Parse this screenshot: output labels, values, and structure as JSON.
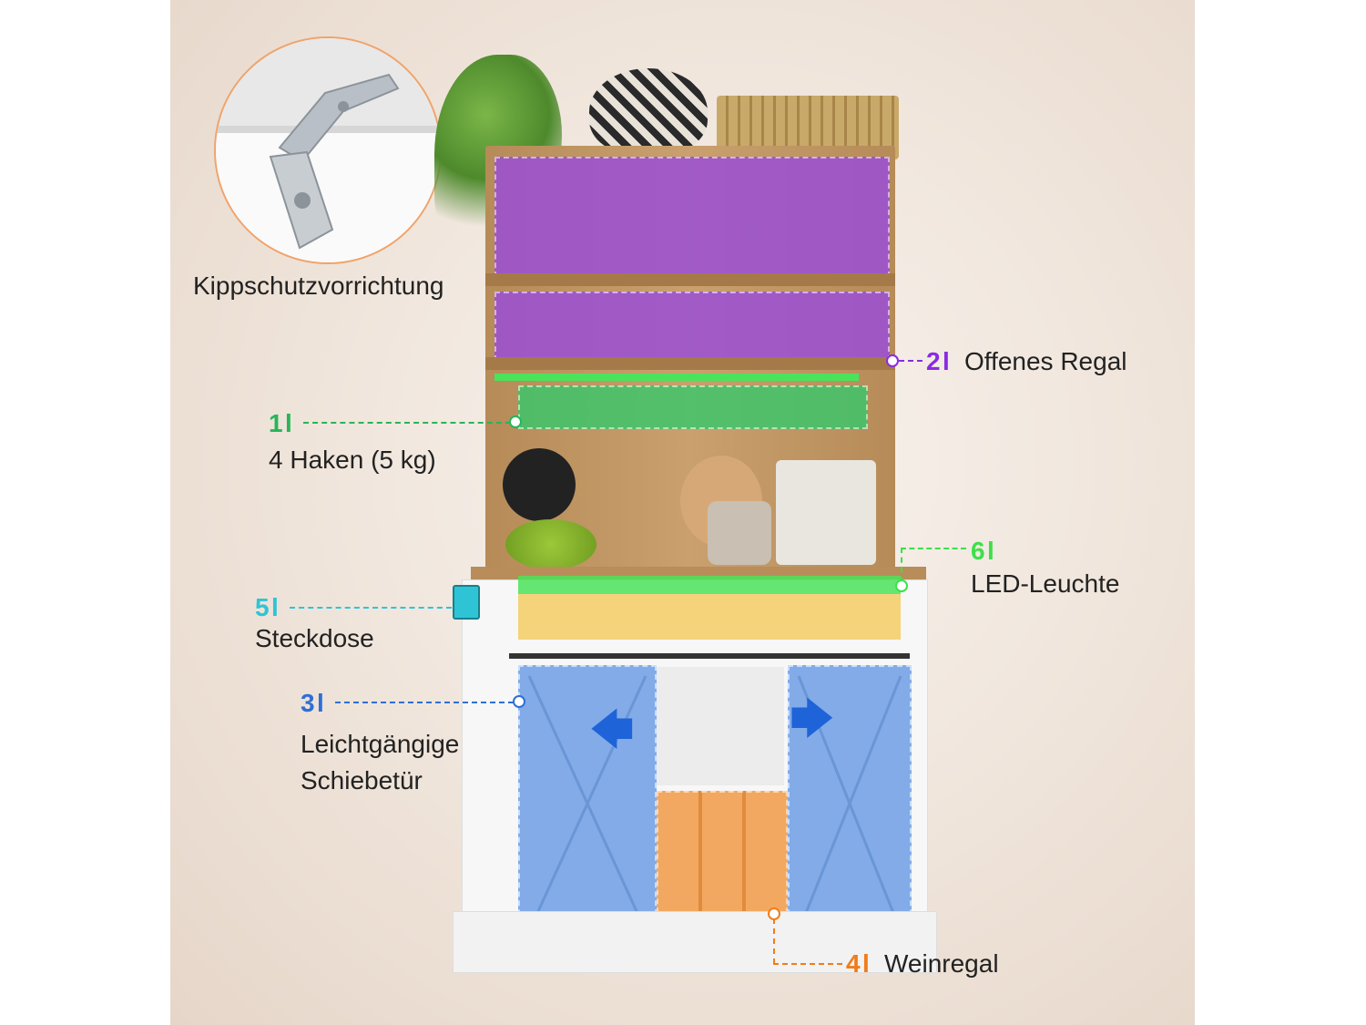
{
  "callouts": {
    "tip": {
      "label": "Kippschutzvorrichtung"
    },
    "hooks": {
      "number": "1",
      "label": "4 Haken (5 kg)",
      "color": "#27b55a"
    },
    "open_shelf": {
      "number": "2",
      "label": "Offenes Regal",
      "color": "#8a2be2"
    },
    "sliding_door": {
      "number": "3",
      "label_line1": "Leichtgängige",
      "label_line2": "Schiebetür",
      "color": "#2f6fd6"
    },
    "wine_rack": {
      "number": "4",
      "label": "Weinregal",
      "color": "#f07d1a"
    },
    "socket": {
      "number": "5",
      "label": "Steckdose",
      "color": "#2ec4d6"
    },
    "led": {
      "number": "6",
      "label": "LED-Leuchte",
      "color": "#3ce04a"
    }
  },
  "separator": "l"
}
